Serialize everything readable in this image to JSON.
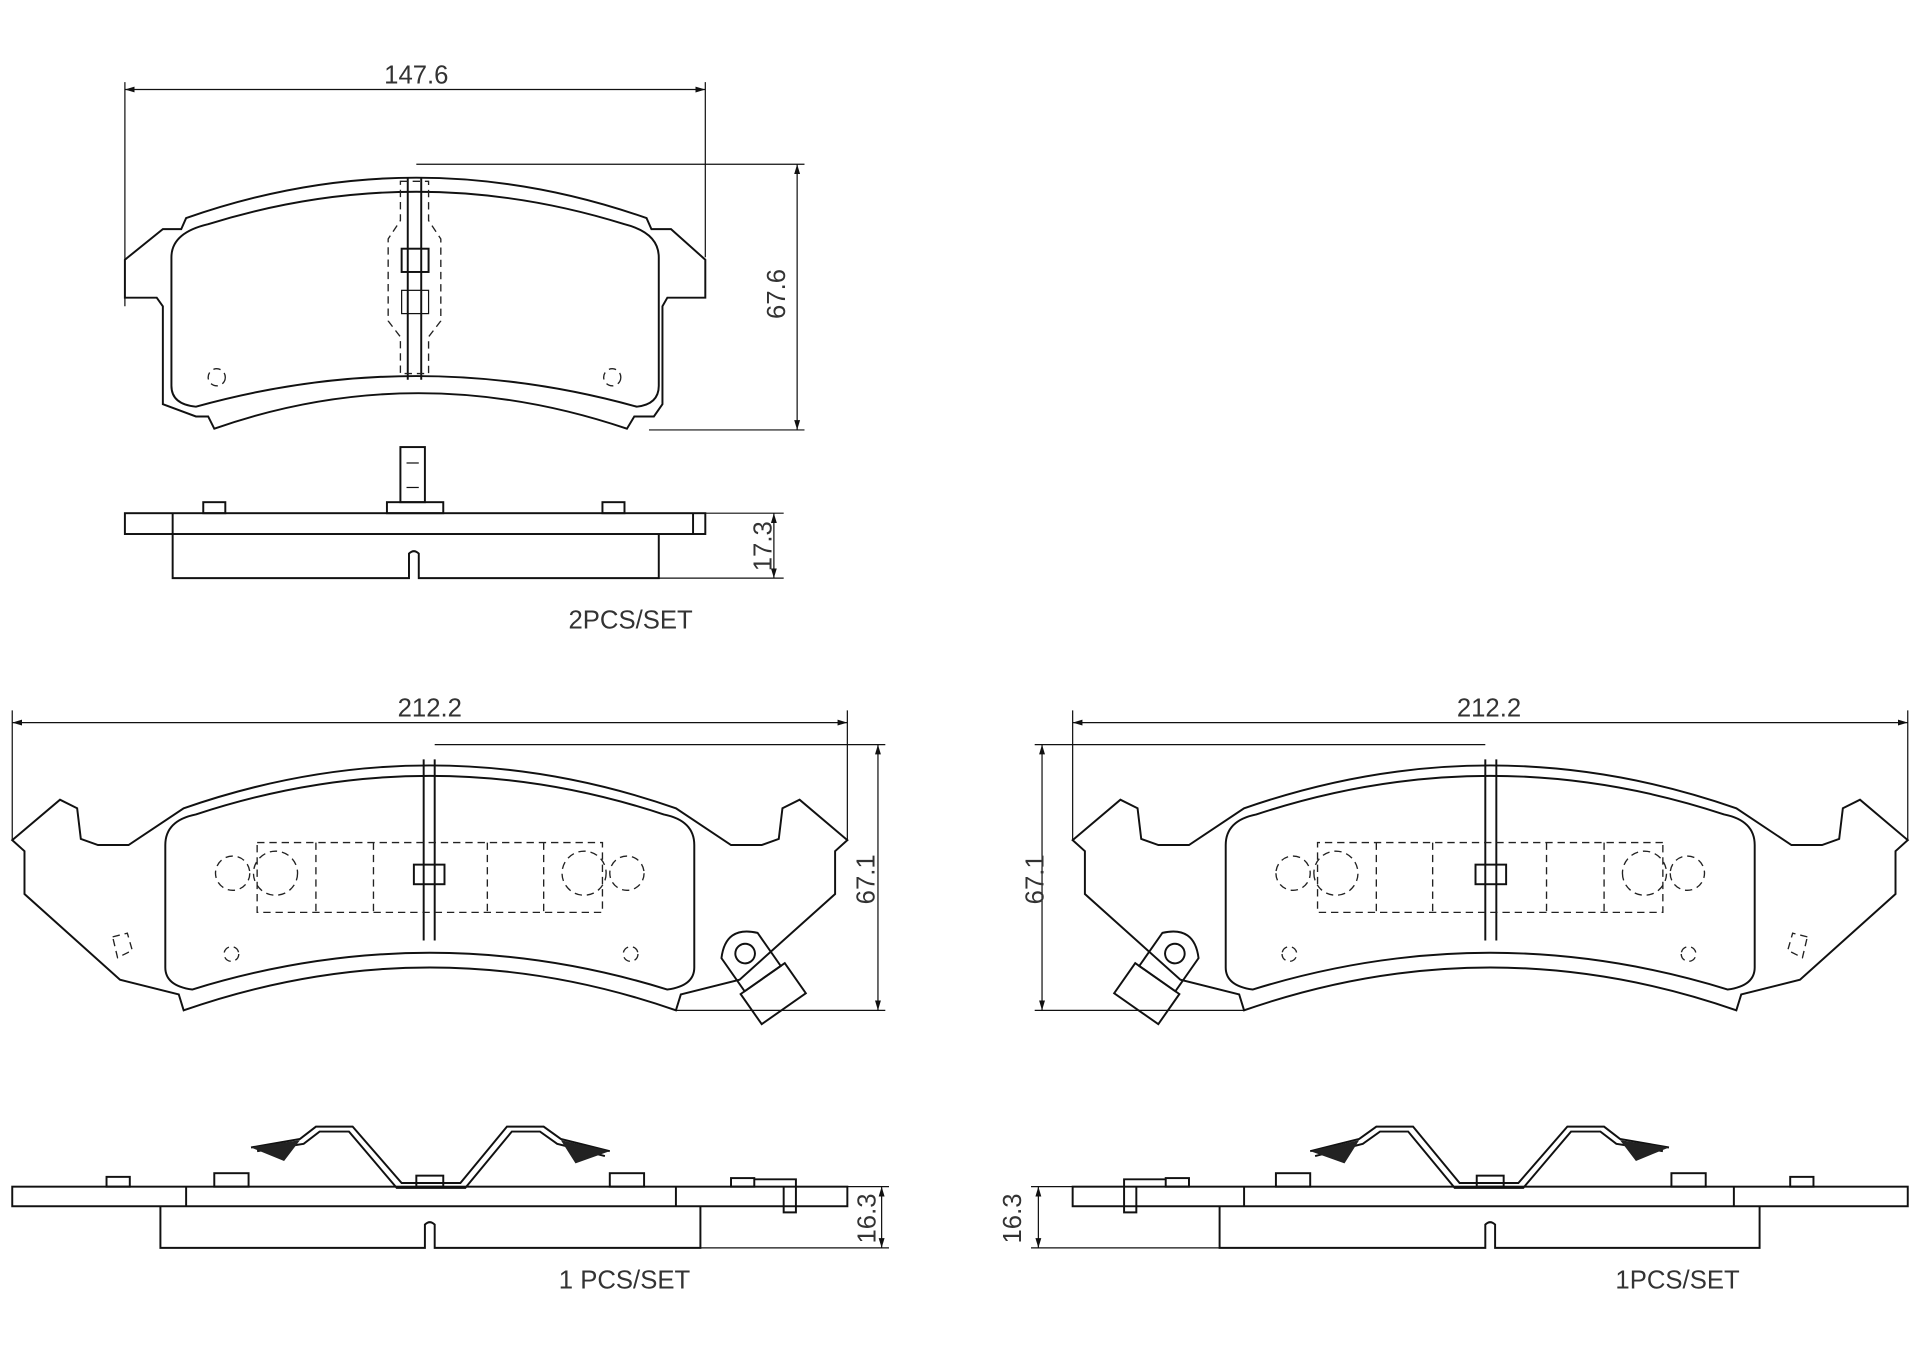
{
  "pad_top": {
    "width_dim": "147.6",
    "height_dim": "67.6",
    "thickness_dim": "17.3",
    "qty_label": "2PCS/SET"
  },
  "pad_left": {
    "width_dim": "212.2",
    "height_dim": "67.1",
    "thickness_dim": "16.3",
    "qty_label": "1 PCS/SET"
  },
  "pad_right": {
    "width_dim": "212.2",
    "height_dim": "67.1",
    "thickness_dim": "16.3",
    "qty_label": "1PCS/SET"
  },
  "colors": {
    "line": "#111111",
    "text": "#333333"
  }
}
